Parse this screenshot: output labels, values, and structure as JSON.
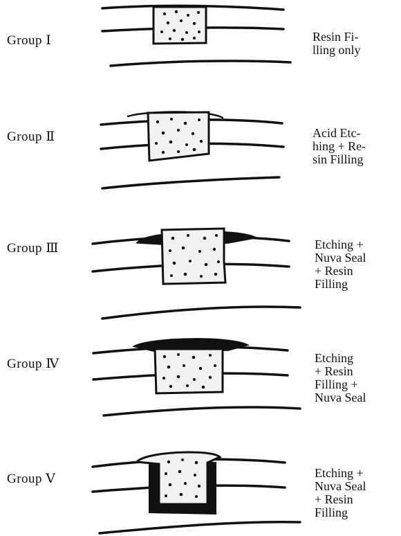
{
  "groups": [
    {
      "label": "Group Ⅰ",
      "description": [
        "Resin Fi-",
        "lling only"
      ]
    },
    {
      "label": "Group Ⅱ",
      "description": [
        "Acid Etc-",
        "hing + Re-",
        "sin Filling"
      ]
    },
    {
      "label": "Group Ⅲ",
      "description": [
        "Etching +",
        "Nuva Seal",
        " + Resin",
        "Filling"
      ]
    },
    {
      "label": "Group Ⅳ",
      "description": [
        "Etching",
        " + Resin",
        "Filling +",
        "Nuva Seal"
      ]
    },
    {
      "label": "Group Ⅴ",
      "description": [
        "Etching +",
        "Nuva Seal",
        " + Resin",
        "Filling"
      ]
    }
  ]
}
